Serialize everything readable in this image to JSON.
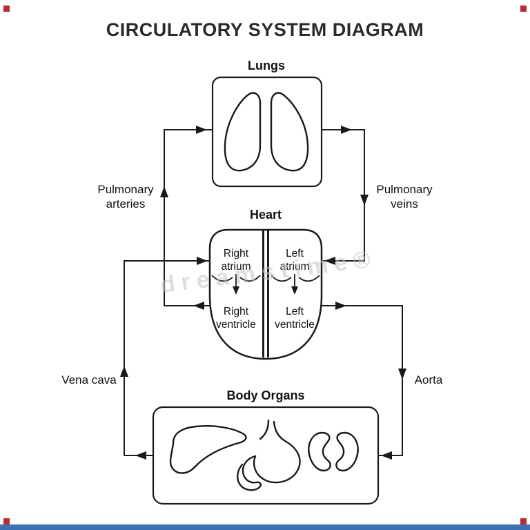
{
  "title": "CIRCULATORY SYSTEM DIAGRAM",
  "watermark": "dreamstime®",
  "sections": {
    "lungs": {
      "label": "Lungs"
    },
    "heart": {
      "label": "Heart",
      "chambers": {
        "right_atrium": {
          "line1": "Right",
          "line2": "atrium"
        },
        "left_atrium": {
          "line1": "Left",
          "line2": "atrium"
        },
        "right_ventricle": {
          "line1": "Right",
          "line2": "ventricle"
        },
        "left_ventricle": {
          "line1": "Left",
          "line2": "ventricle"
        }
      }
    },
    "body_organs": {
      "label": "Body Organs"
    }
  },
  "vessels": {
    "pulmonary_arteries": {
      "line1": "Pulmonary",
      "line2": "arteries"
    },
    "pulmonary_veins": {
      "line1": "Pulmonary",
      "line2": "veins"
    },
    "vena_cava": {
      "label": "Vena cava"
    },
    "aorta": {
      "label": "Aorta"
    }
  },
  "colors": {
    "ink": "#1a1a1a",
    "title_text": "#2b2b2b",
    "corner_mark": "#c1272d",
    "bottom_bar": "#3a72b4",
    "watermark": "#c4c4c4"
  }
}
